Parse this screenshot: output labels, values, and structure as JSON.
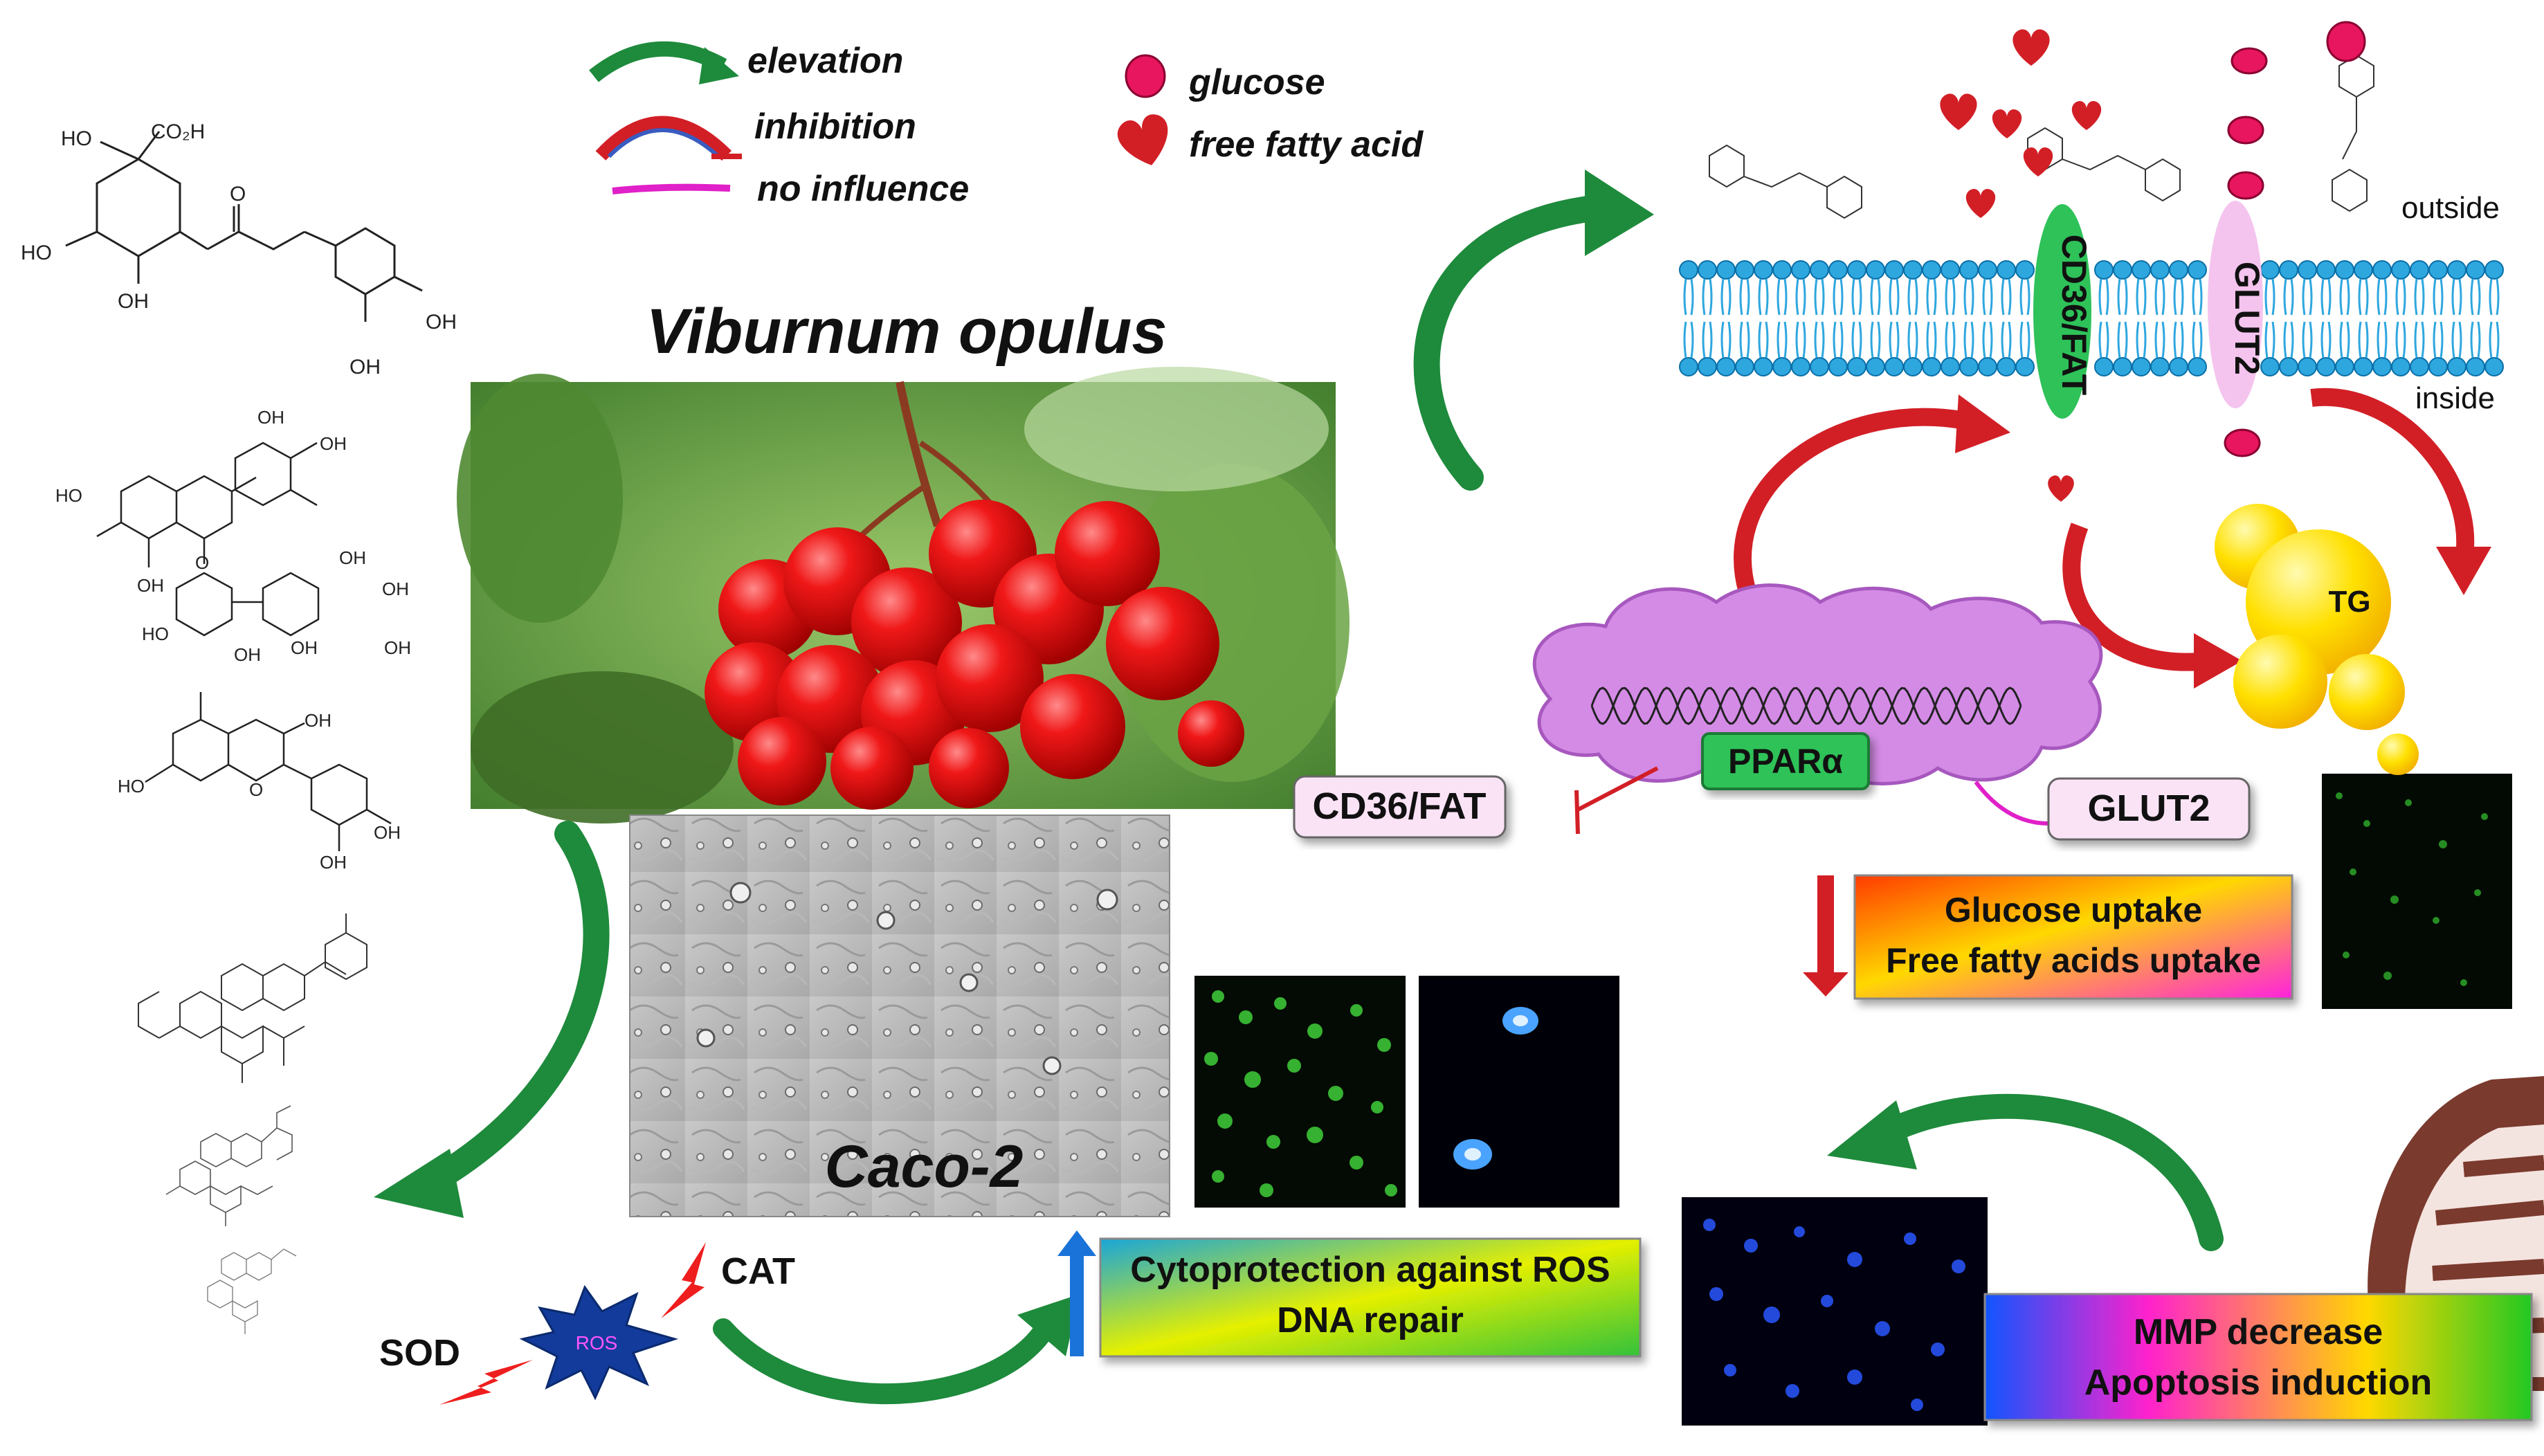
{
  "title": "Viburnum opulus",
  "legend": {
    "elevation": "elevation",
    "inhibition": "inhibition",
    "no_influence": "no influence",
    "glucose": "glucose",
    "free_fatty_acid": "free fatty acid"
  },
  "membrane": {
    "outside": "outside",
    "inside": "inside",
    "cd36_receptor": "CD36/FAT",
    "glut2_receptor": "GLUT2"
  },
  "cell_line": "Caco-2",
  "tg_label": "TG",
  "ppar_label": "PPARα",
  "cd36_box": "CD36/FAT",
  "glut2_box": "GLUT2",
  "uptake_box": [
    "Glucose uptake",
    "Free fatty acids uptake"
  ],
  "cytoprotection_box": [
    "Cytoprotection against ROS",
    "DNA repair"
  ],
  "mmp_box": [
    "MMP decrease",
    "Apoptosis induction"
  ],
  "ros_label": "ROS",
  "sod_label": "SOD",
  "cat_label": "CAT",
  "chem_labels": {
    "m1_ho1": "HO",
    "m1_co2h": "CO₂H",
    "m1_ho2": "HO",
    "m1_oh1": "OH",
    "m1_oh2": "OH",
    "m1_oh3": "OH",
    "m1_o": "O",
    "m2_oh1": "OH",
    "m2_oh2": "OH",
    "m2_ho": "HO",
    "m2_oh3": "OH",
    "m2_o": "O",
    "m2_oh4": "OH",
    "m2_oh5": "OH",
    "m2_ho2": "HO",
    "m2_oh6": "OH",
    "m2_oh7": "OH",
    "m2_oh8": "OH",
    "m3_oh1": "OH",
    "m3_ho": "HO",
    "m3_o": "O",
    "m3_oh2": "OH",
    "m3_oh3": "OH"
  },
  "colors": {
    "green_arrow": "#1e8a3c",
    "red_arrow": "#d21f26",
    "magenta_line": "#e020c8",
    "ppar_cloud": "#d48be6",
    "membrane_head": "#2ea7df",
    "label_pink": "#fbe3f6",
    "receptor_green": "#2ec259",
    "receptor_pink": "#f4c4ee"
  }
}
